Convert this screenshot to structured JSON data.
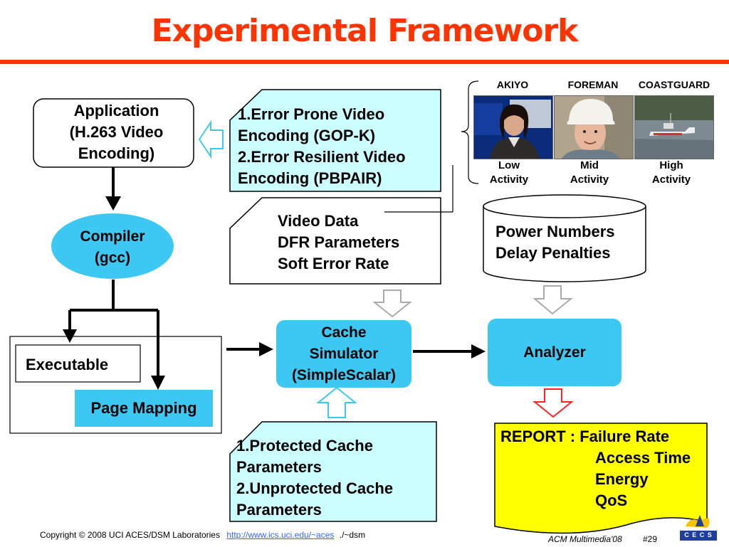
{
  "title": "Experimental Framework",
  "application": {
    "line1": "Application",
    "line2": "(H.263 Video",
    "line3": "Encoding)"
  },
  "encoding_note": {
    "line1": "1.Error Prone Video",
    "line2": "Encoding (GOP-K)",
    "line3": "2.Error Resilient Video",
    "line4": "Encoding (PBPAIR)"
  },
  "video_data_note": {
    "line1": "Video Data",
    "line2": "DFR Parameters",
    "line3": "Soft Error Rate"
  },
  "database": {
    "line1": "Power Numbers",
    "line2": "Delay Penalties"
  },
  "compiler": {
    "line1": "Compiler",
    "line2": "(gcc)"
  },
  "executable": "Executable",
  "page_mapping": "Page Mapping",
  "cache_simulator": {
    "line1": "Cache",
    "line2": "Simulator",
    "line3": "(SimpleScalar)"
  },
  "analyzer": "Analyzer",
  "cache_params_note": {
    "line1": "1.Protected Cache",
    "line2": "Parameters",
    "line3": "2.Unprotected Cache",
    "line4": "Parameters"
  },
  "report": {
    "line1": "REPORT : Failure Rate",
    "line2": "Access Time",
    "line3": "Energy",
    "line4": "QoS"
  },
  "videos": [
    {
      "name": "AKIYO",
      "activity1": "Low",
      "activity2": "Activity"
    },
    {
      "name": "FOREMAN",
      "activity1": "Mid",
      "activity2": "Activity"
    },
    {
      "name": "COASTGUARD",
      "activity1": "High",
      "activity2": "Activity"
    }
  ],
  "footer": {
    "copyright": "Copyright © 2008  UCI ACES/DSM Laboratories",
    "link": "http://www.ics.uci.edu/~aces",
    "path": "./~dsm",
    "conference": "ACM Multimedia'08",
    "slide_number": "#29",
    "logo_text": "C E C S"
  },
  "colors": {
    "title": "#ff3300",
    "box_blue": "#3cc8f2",
    "note_cyan": "#ccffff",
    "report_yellow": "#ffff00"
  }
}
